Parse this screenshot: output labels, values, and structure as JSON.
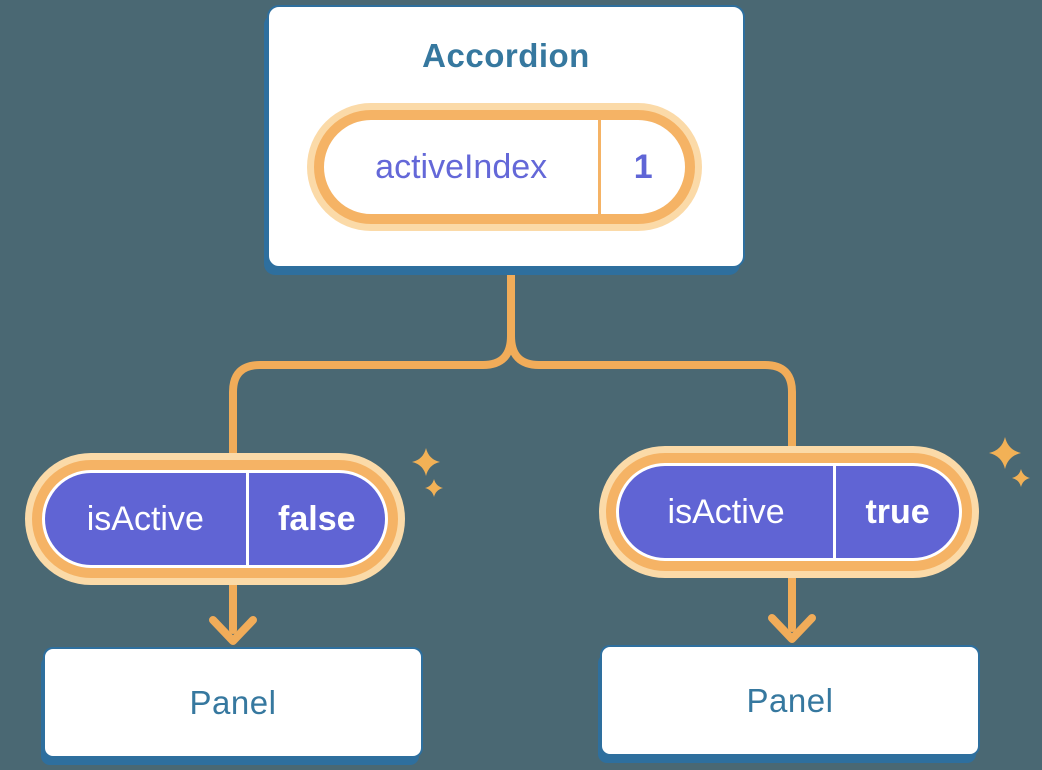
{
  "diagram": {
    "description": "React state diagram: Accordion component holding activeIndex state, passing isActive props to two Panel children",
    "root": {
      "title": "Accordion",
      "state": {
        "label": "activeIndex",
        "value": "1"
      }
    },
    "children": [
      {
        "prop": {
          "label": "isActive",
          "value": "false"
        },
        "panel": {
          "title": "Panel"
        }
      },
      {
        "prop": {
          "label": "isActive",
          "value": "true"
        },
        "panel": {
          "title": "Panel"
        }
      }
    ],
    "colors": {
      "background": "#4A6873",
      "card_fill": "#FFFFFF",
      "card_border_blue": "#2E6F9E",
      "heading_blue": "#36789F",
      "wire_orange": "#F1AC59",
      "pill_ring_orange": "#F5B365",
      "pill_glow": "#FBDAA8",
      "prop_pill_purple": "#6064D4",
      "state_text_purple": "#6468D8",
      "sparkle_orange": "#F2B156"
    }
  }
}
